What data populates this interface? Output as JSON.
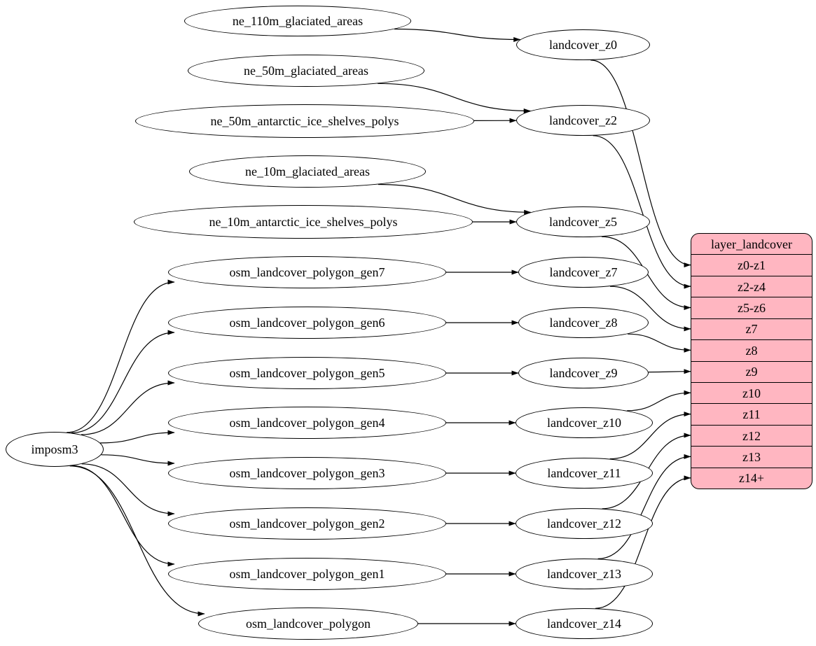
{
  "graph": {
    "root": {
      "label": "imposm3"
    },
    "sources": [
      "ne_110m_glaciated_areas",
      "ne_50m_glaciated_areas",
      "ne_50m_antarctic_ice_shelves_polys",
      "ne_10m_glaciated_areas",
      "ne_10m_antarctic_ice_shelves_polys",
      "osm_landcover_polygon_gen7",
      "osm_landcover_polygon_gen6",
      "osm_landcover_polygon_gen5",
      "osm_landcover_polygon_gen4",
      "osm_landcover_polygon_gen3",
      "osm_landcover_polygon_gen2",
      "osm_landcover_polygon_gen1",
      "osm_landcover_polygon"
    ],
    "layers": [
      "landcover_z0",
      "landcover_z2",
      "landcover_z5",
      "landcover_z7",
      "landcover_z8",
      "landcover_z9",
      "landcover_z10",
      "landcover_z11",
      "landcover_z12",
      "landcover_z13",
      "landcover_z14"
    ],
    "record": {
      "title": "layer_landcover",
      "rows": [
        "z0-z1",
        "z2-z4",
        "z5-z6",
        "z7",
        "z8",
        "z9",
        "z10",
        "z11",
        "z12",
        "z13",
        "z14+"
      ]
    },
    "colors": {
      "record_fill": "#ffb6c1",
      "node_fill": "#ffffff",
      "stroke": "#000000",
      "background": "#ffffff"
    },
    "edges": [
      {
        "from": "ne_110m_glaciated_areas",
        "to": "landcover_z0"
      },
      {
        "from": "ne_50m_glaciated_areas",
        "to": "landcover_z2"
      },
      {
        "from": "ne_50m_antarctic_ice_shelves_polys",
        "to": "landcover_z2"
      },
      {
        "from": "ne_10m_glaciated_areas",
        "to": "landcover_z5"
      },
      {
        "from": "ne_10m_antarctic_ice_shelves_polys",
        "to": "landcover_z5"
      },
      {
        "from": "osm_landcover_polygon_gen7",
        "to": "landcover_z7"
      },
      {
        "from": "osm_landcover_polygon_gen6",
        "to": "landcover_z8"
      },
      {
        "from": "osm_landcover_polygon_gen5",
        "to": "landcover_z9"
      },
      {
        "from": "osm_landcover_polygon_gen4",
        "to": "landcover_z10"
      },
      {
        "from": "osm_landcover_polygon_gen3",
        "to": "landcover_z11"
      },
      {
        "from": "osm_landcover_polygon_gen2",
        "to": "landcover_z12"
      },
      {
        "from": "osm_landcover_polygon_gen1",
        "to": "landcover_z13"
      },
      {
        "from": "osm_landcover_polygon",
        "to": "landcover_z14"
      },
      {
        "from": "imposm3",
        "to": "osm_landcover_polygon_gen7"
      },
      {
        "from": "imposm3",
        "to": "osm_landcover_polygon_gen6"
      },
      {
        "from": "imposm3",
        "to": "osm_landcover_polygon_gen5"
      },
      {
        "from": "imposm3",
        "to": "osm_landcover_polygon_gen4"
      },
      {
        "from": "imposm3",
        "to": "osm_landcover_polygon_gen3"
      },
      {
        "from": "imposm3",
        "to": "osm_landcover_polygon_gen2"
      },
      {
        "from": "imposm3",
        "to": "osm_landcover_polygon_gen1"
      },
      {
        "from": "imposm3",
        "to": "osm_landcover_polygon"
      },
      {
        "from": "landcover_z0",
        "to": "row-z0-z1"
      },
      {
        "from": "landcover_z2",
        "to": "row-z2-z4"
      },
      {
        "from": "landcover_z5",
        "to": "row-z5-z6"
      },
      {
        "from": "landcover_z7",
        "to": "row-z7"
      },
      {
        "from": "landcover_z8",
        "to": "row-z8"
      },
      {
        "from": "landcover_z9",
        "to": "row-z9"
      },
      {
        "from": "landcover_z10",
        "to": "row-z10"
      },
      {
        "from": "landcover_z11",
        "to": "row-z11"
      },
      {
        "from": "landcover_z12",
        "to": "row-z12"
      },
      {
        "from": "landcover_z13",
        "to": "row-z13"
      },
      {
        "from": "landcover_z14",
        "to": "row-z14plus"
      }
    ]
  }
}
